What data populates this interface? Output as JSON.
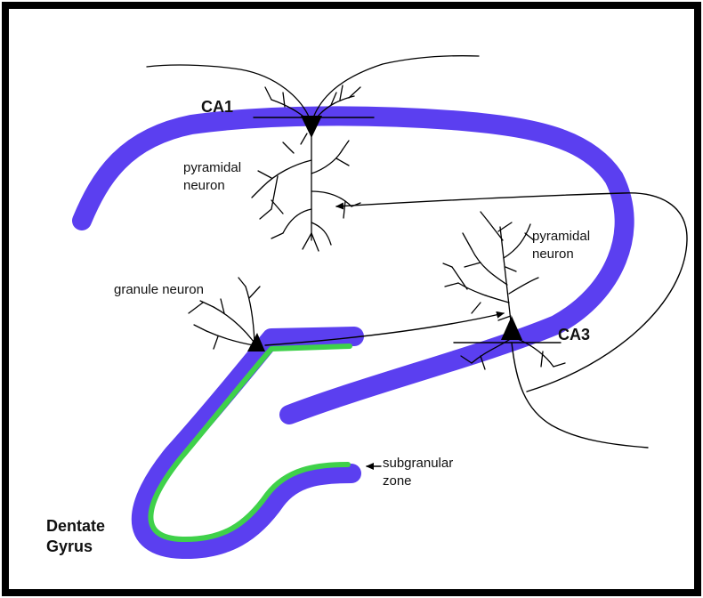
{
  "colors": {
    "border": "#000000",
    "cell_layer": "#5b3ff0",
    "subgranular_zone": "#3fd14a",
    "neuron": "#000000"
  },
  "labels": {
    "ca1": "CA1",
    "ca3": "CA3",
    "pyramidal_neuron_ca1_line1": "pyramidal",
    "pyramidal_neuron_ca1_line2": "neuron",
    "pyramidal_neuron_ca3_line1": "pyramidal",
    "pyramidal_neuron_ca3_line2": "neuron",
    "granule_neuron": "granule neuron",
    "subgranular_zone_line1": "subgranular",
    "subgranular_zone_line2": "zone",
    "dentate_gyrus_line1": "Dentate",
    "dentate_gyrus_line2": "Gyrus"
  },
  "icons": {
    "pyramidal_cell_body": "triangle-soma",
    "granule_cell_body": "triangle-soma",
    "arrowheads": "arrow-head"
  }
}
